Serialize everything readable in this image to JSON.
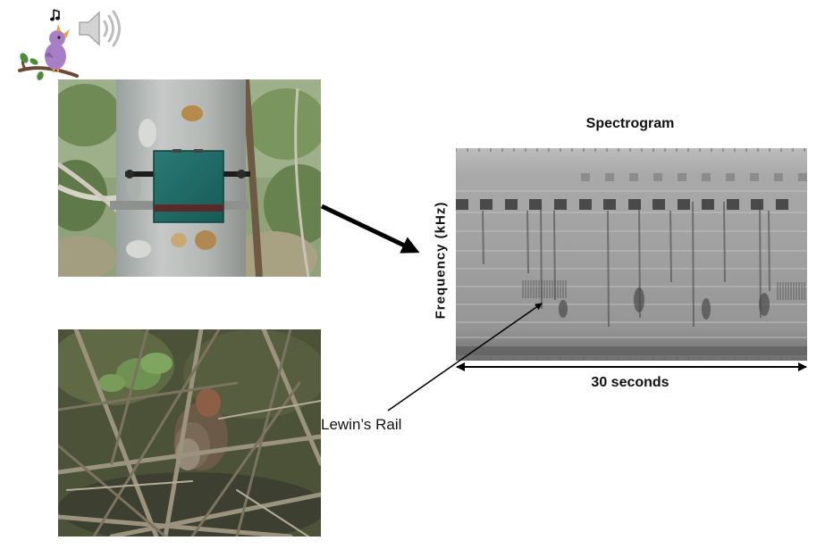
{
  "spectrogram": {
    "title": "Spectrogram",
    "ylabel": "Frequency (kHz)",
    "duration_label": "30 seconds"
  },
  "annotation": {
    "label": "Lewin’s Rail"
  },
  "icons": {
    "bird": "singing-bird-icon",
    "sound": "speaker-icon"
  },
  "colors": {
    "arrow": "#000000",
    "device": "#1f6b66",
    "bird": "#a77fc7"
  }
}
